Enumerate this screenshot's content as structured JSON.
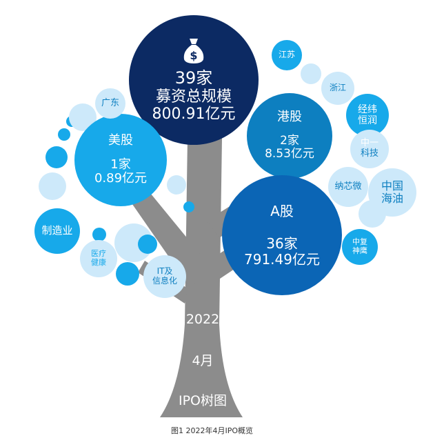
{
  "main": {
    "count": "39家",
    "label": "募资总规模",
    "amount": "800.91亿元"
  },
  "us_stock": {
    "name": "美股",
    "count": "1家",
    "amount": "0.89亿元"
  },
  "hk_stock": {
    "name": "港股",
    "count": "2家",
    "amount": "8.53亿元"
  },
  "a_stock": {
    "name": "A股",
    "count": "36家",
    "amount": "791.49亿元"
  },
  "tags": {
    "guangdong": "广东",
    "manufacturing": "制造业",
    "medical_1": "医疗",
    "medical_2": "健康",
    "it_1": "IT及",
    "it_2": "信息化",
    "jiangsu": "江苏",
    "zhejiang": "浙江",
    "jingwei_1": "经纬",
    "jingwei_2": "恒润",
    "zhongyi_1": "中一",
    "zhongyi_2": "科技",
    "nanochip": "纳芯微",
    "cnooc_1": "中国",
    "cnooc_2": "海油",
    "zhongfu_1": "中复",
    "zhongfu_2": "神鹰"
  },
  "trunk": {
    "year": "2022",
    "month": "4月",
    "title": "IPO树图"
  },
  "caption": "图1 2022年4月IPO概览",
  "colors": {
    "navy": "#0c2a63",
    "mid_blue": "#0d7fc0",
    "a_blue": "#0b65b5",
    "light_blue": "#17a9ea",
    "pale": "#cde9fa",
    "trunk": "#8c8c8c"
  }
}
